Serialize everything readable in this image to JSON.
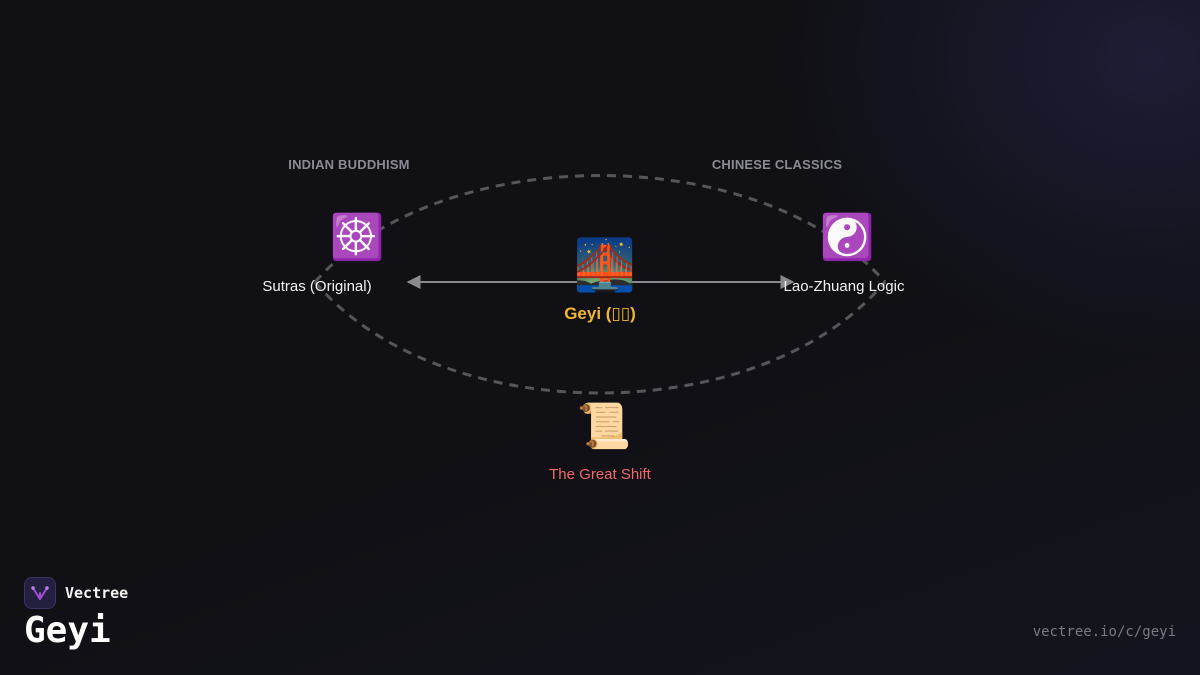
{
  "diagram": {
    "left_section": "INDIAN BUDDHISM",
    "right_section": "CHINESE CLASSICS",
    "left_node": {
      "icon": "dharma-wheel-icon",
      "glyph": "☸️",
      "label": "Sutras (Original)"
    },
    "right_node": {
      "icon": "yin-yang-icon",
      "glyph": "☯️",
      "label": "Lao-Zhuang Logic"
    },
    "center_node": {
      "icon": "bridge-at-night-icon",
      "glyph": "🌉",
      "label": "Geyi (▯▯)"
    },
    "bottom_node": {
      "icon": "scroll-icon",
      "glyph": "📜",
      "label": "The Great Shift"
    }
  },
  "brand": {
    "name": "Vectree",
    "icon": "vectree-logo-icon"
  },
  "page": {
    "title": "Geyi",
    "url": "vectree.io/c/geyi"
  },
  "colors": {
    "background": "#101015",
    "center_label": "#f2b632",
    "shift_label": "#f06a6a",
    "section_label": "#8b8b93",
    "arc": "#55555c",
    "arrow": "#8a8a90"
  }
}
